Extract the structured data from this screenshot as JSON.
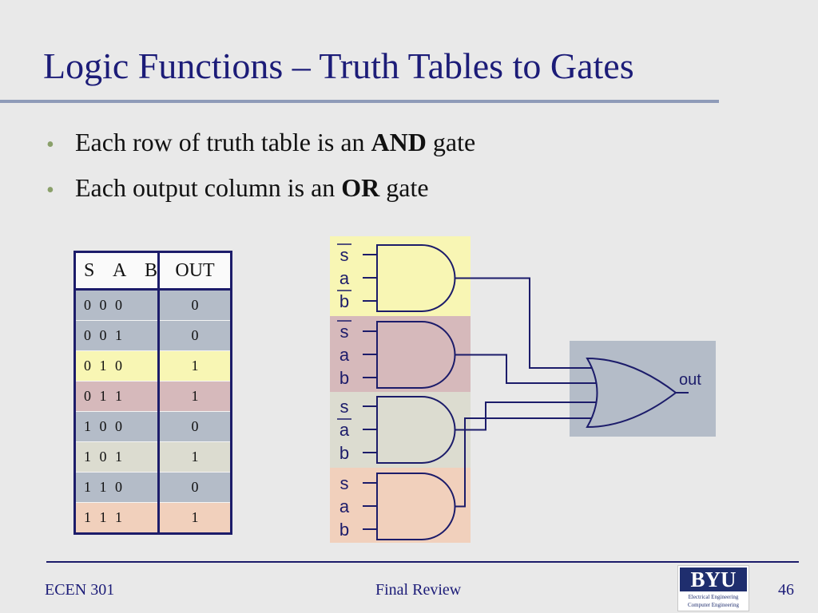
{
  "slide": {
    "title": "Logic Functions – Truth Tables to Gates",
    "bullets": [
      {
        "pre": "Each row of truth table is an ",
        "bold": "AND",
        "post": " gate"
      },
      {
        "pre": "Each output column is an ",
        "bold": "OR",
        "post": " gate"
      }
    ]
  },
  "truth_table": {
    "headers": [
      "S  A  B",
      "OUT"
    ],
    "rows": [
      {
        "inputs": "0 0 0",
        "out": "0",
        "color": "#b4bcc8"
      },
      {
        "inputs": "0 0 1",
        "out": "0",
        "color": "#b4bcc8"
      },
      {
        "inputs": "0 1 0",
        "out": "1",
        "color": "#f8f6b4"
      },
      {
        "inputs": "0 1 1",
        "out": "1",
        "color": "#d6b9bb"
      },
      {
        "inputs": "1 0 0",
        "out": "0",
        "color": "#b4bcc8"
      },
      {
        "inputs": "1 0 1",
        "out": "1",
        "color": "#dcdcd0"
      },
      {
        "inputs": "1 1 0",
        "out": "0",
        "color": "#b4bcc8"
      },
      {
        "inputs": "1 1 1",
        "out": "1",
        "color": "#f1d0bc"
      }
    ]
  },
  "diagram": {
    "and_gates": [
      {
        "inputs": [
          "s",
          "a",
          "b"
        ],
        "inverted": [
          true,
          false,
          true
        ],
        "color": "#f8f6b4"
      },
      {
        "inputs": [
          "s",
          "a",
          "b"
        ],
        "inverted": [
          true,
          false,
          false
        ],
        "color": "#d6b9bb"
      },
      {
        "inputs": [
          "s",
          "a",
          "b"
        ],
        "inverted": [
          false,
          true,
          false
        ],
        "color": "#dcdcd0"
      },
      {
        "inputs": [
          "s",
          "a",
          "b"
        ],
        "inverted": [
          false,
          false,
          false
        ],
        "color": "#f1d0bc"
      }
    ],
    "or_gate": {
      "output_label": "out",
      "color": "#b4bcc8"
    },
    "wire_color": "#1c1c6a"
  },
  "footer": {
    "left": "ECEN 301",
    "center": "Final Review",
    "page": "46",
    "logo_big": "BYU",
    "logo_line1": "Electrical Engineering",
    "logo_line2": "Computer Engineering"
  }
}
